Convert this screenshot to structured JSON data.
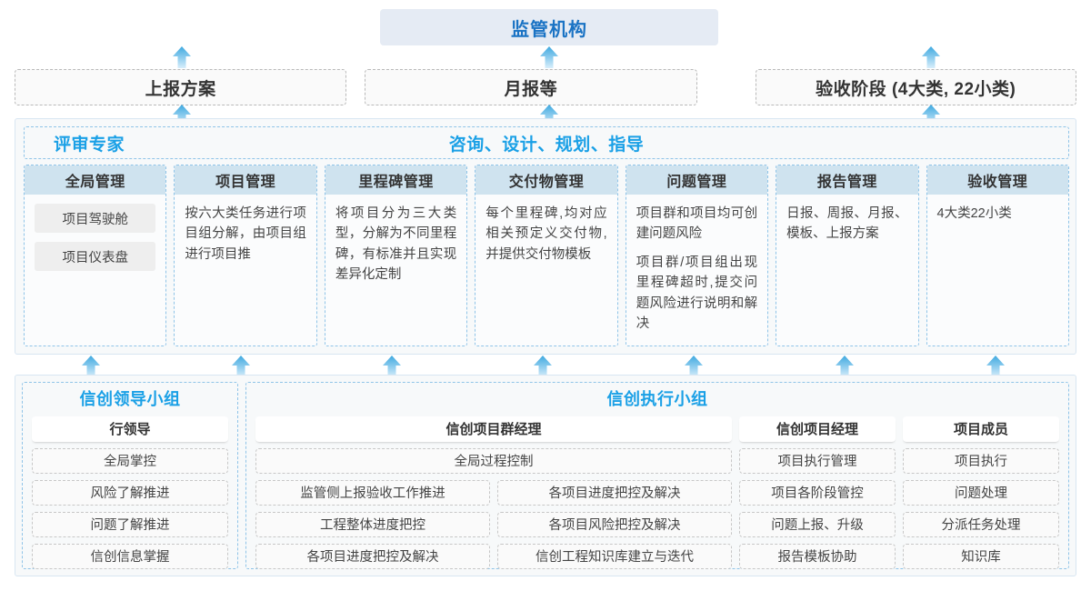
{
  "top": {
    "title": "监管机构"
  },
  "reports": [
    {
      "label": "上报方案"
    },
    {
      "label": "月报等"
    },
    {
      "label": "验收阶段 (4大类, 22小类)"
    }
  ],
  "mid": {
    "header_left": "评审专家",
    "header_center": "咨询、设计、规划、指导",
    "columns": [
      {
        "title": "全局管理",
        "pills": [
          "项目驾驶舱",
          "项目仪表盘"
        ],
        "paragraphs": []
      },
      {
        "title": "项目管理",
        "pills": [],
        "paragraphs": [
          "按六大类任务进行项目组分解，由项目组进行项目推"
        ]
      },
      {
        "title": "里程碑管理",
        "pills": [],
        "paragraphs": [
          "将项目分为三大类型，分解为不同里程碑，有标准并且实现差异化定制"
        ]
      },
      {
        "title": "交付物管理",
        "pills": [],
        "paragraphs": [
          "每个里程碑,均对应相关预定义交付物,并提供交付物模板"
        ]
      },
      {
        "title": "问题管理",
        "pills": [],
        "paragraphs": [
          "项目群和项目均可创建问题风险",
          "项目群/项目组出现里程碑超时,提交问题风险进行说明和解决"
        ]
      },
      {
        "title": "报告管理",
        "pills": [],
        "paragraphs": [
          "日报、周报、月报、模板、上报方案"
        ]
      },
      {
        "title": "验收管理",
        "pills": [],
        "paragraphs": [
          "4大类22小类"
        ]
      }
    ]
  },
  "bottom": {
    "lead_group": {
      "title": "信创领导小组",
      "head": "行领导",
      "cells": [
        "全局掌控",
        "风险了解推进",
        "问题了解推进",
        "信创信息掌握"
      ]
    },
    "exec_group": {
      "title": "信创执行小组",
      "program_manager": {
        "head": "信创项目群经理",
        "wide_cell": "全局过程控制",
        "left_cells": [
          "监管侧上报验收工作推进",
          "工程整体进度把控",
          "各项目进度把控及解决"
        ],
        "right_cells": [
          "各项目进度把控及解决",
          "各项目风险把控及解决",
          "信创工程知识库建立与迭代"
        ]
      },
      "project_manager": {
        "head": "信创项目经理",
        "cells": [
          "项目执行管理",
          "项目各阶段管控",
          "问题上报、升级",
          "报告模板协助"
        ]
      },
      "project_member": {
        "head": "项目成员",
        "cells": [
          "项目执行",
          "问题处理",
          "分派任务处理",
          "知识库"
        ]
      }
    }
  },
  "colors": {
    "accent_blue": "#1aa0e6",
    "title_blue": "#1a73c4",
    "banner_bg": "#e5ebf4",
    "col_head_bg": "#cfe3ef",
    "arrow_top": "#3fa9e0",
    "arrow_bottom": "#cfe8f7"
  },
  "icons": {
    "arrow": "arrow-up-icon"
  }
}
